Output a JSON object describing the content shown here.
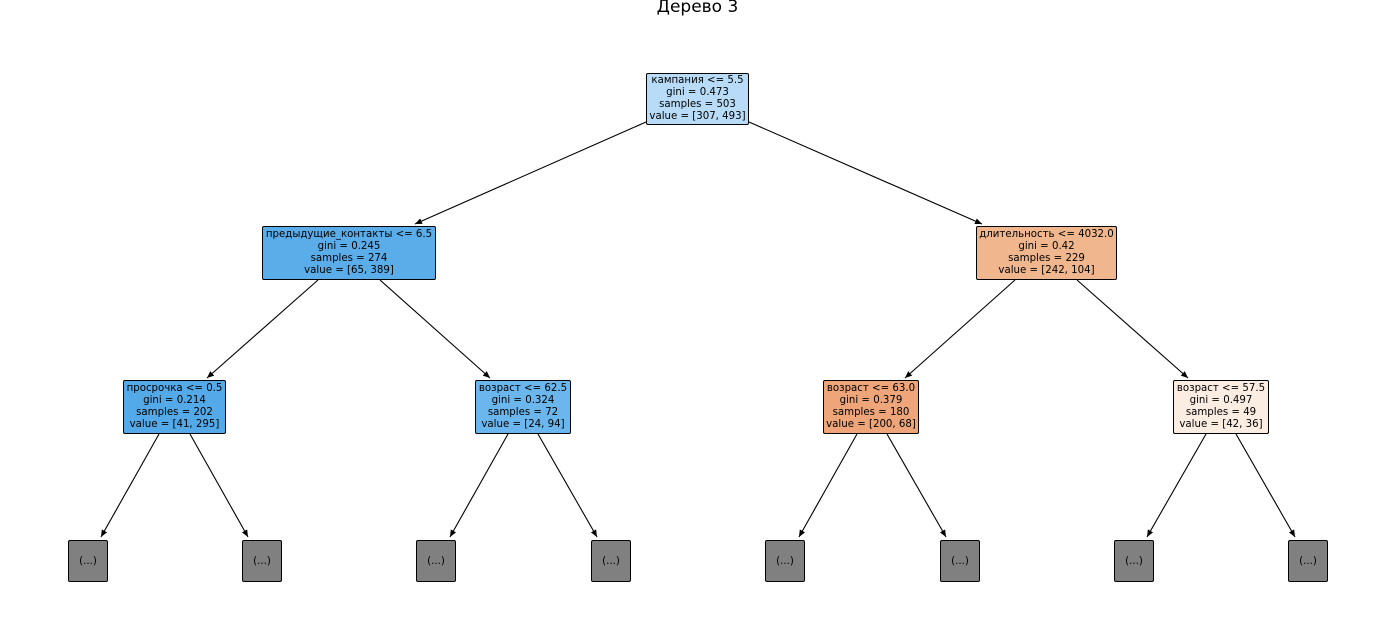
{
  "title": "Дерево 3",
  "nodes": {
    "root": {
      "split": "кампания <= 5.5",
      "gini": "gini = 0.473",
      "samples": "samples = 503",
      "value": "value = [307, 493]",
      "color": "#b8dcf7"
    },
    "l": {
      "split": "предыдущие_контакты <= 6.5",
      "gini": "gini = 0.245",
      "samples": "samples = 274",
      "value": "value = [65, 389]",
      "color": "#5aade9"
    },
    "r": {
      "split": "длительность <= 4032.0",
      "gini": "gini = 0.42",
      "samples": "samples = 229",
      "value": "value = [242, 104]",
      "color": "#f0b78e"
    },
    "ll": {
      "split": "просрочка <= 0.5",
      "gini": "gini = 0.214",
      "samples": "samples = 202",
      "value": "value = [41, 295]",
      "color": "#54a9e8"
    },
    "lr": {
      "split": "возраст <= 62.5",
      "gini": "gini = 0.324",
      "samples": "samples = 72",
      "value": "value = [24, 94]",
      "color": "#6bb6ec"
    },
    "rl": {
      "split": "возраст <= 63.0",
      "gini": "gini = 0.379",
      "samples": "samples = 180",
      "value": "value = [200, 68]",
      "color": "#eea57a"
    },
    "rr": {
      "split": "возраст <= 57.5",
      "gini": "gini = 0.497",
      "samples": "samples = 49",
      "value": "value = [42, 36]",
      "color": "#fcede3"
    }
  },
  "leaf_label": "(...)",
  "leaf_color": "#808080",
  "edge_color": "#000000"
}
